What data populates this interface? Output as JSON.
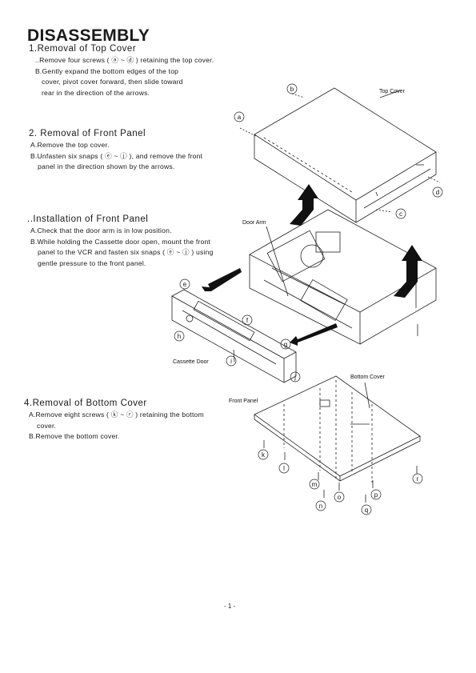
{
  "title": "DISASSEMBLY",
  "sections": [
    {
      "heading": "1.Removal of Top Cover",
      "lines": [
        "..Remove four screws ( ⓐ ~ ⓓ ) retaining the top cover.",
        "B.Gently expand the bottom edges of the top",
        "cover, pivot cover forward, then slide toward",
        "rear in the direction of the arrows."
      ]
    },
    {
      "heading": "2. Removal of Front Panel",
      "lines": [
        "A.Remove the top cover.",
        "B.Unfasten six snaps ( ⓔ ~ ⓙ ), and remove the front",
        "panel in the direction shown by the arrows."
      ]
    },
    {
      "heading": "..Installation of Front Panel",
      "lines": [
        "A.Check that the door arm is in low position.",
        "B.While holding the Cassette door open, mount the front",
        "panel to the VCR and fasten six snaps ( ⓔ ~ ⓙ ) using",
        "gentle pressure to the front panel."
      ]
    },
    {
      "heading": "4.Removal of Bottom Cover",
      "lines": [
        "A.Remove eight screws ( ⓚ ~ ⓡ ) retaining the bottom",
        "cover.",
        "B.Remove the bottom cover."
      ]
    }
  ],
  "diagram_labels": {
    "top_cover": "Top Cover",
    "door_arm": "Door Arm",
    "cassette_door": "Cassette Door",
    "front_panel": "Front Panel",
    "bottom_cover": "Bottom Cover",
    "callouts": [
      "a",
      "b",
      "c",
      "d",
      "e",
      "f",
      "g",
      "h",
      "i",
      "j",
      "k",
      "l",
      "m",
      "n",
      "o",
      "p",
      "q",
      "r"
    ]
  },
  "footer": "- 1 -"
}
